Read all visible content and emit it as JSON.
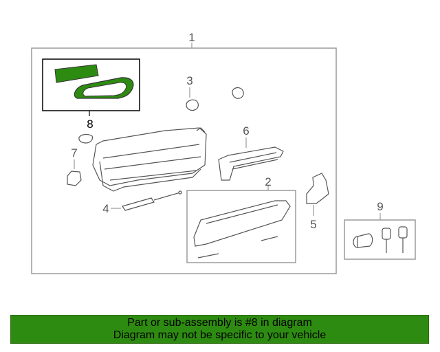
{
  "callouts": {
    "c1": "1",
    "c2": "2",
    "c3": "3",
    "c4": "4",
    "c5": "5",
    "c6": "6",
    "c7": "7",
    "c8": "8",
    "c9": "9"
  },
  "banner": {
    "line1": "Part or sub-assembly is #8 in diagram",
    "line2": "Diagram may not be specific to your vehicle"
  },
  "colors": {
    "highlight_green": "#2e8b12",
    "banner_green": "#2e8b12",
    "line_gray": "#9a9a9a",
    "label_dark": "#000000"
  }
}
